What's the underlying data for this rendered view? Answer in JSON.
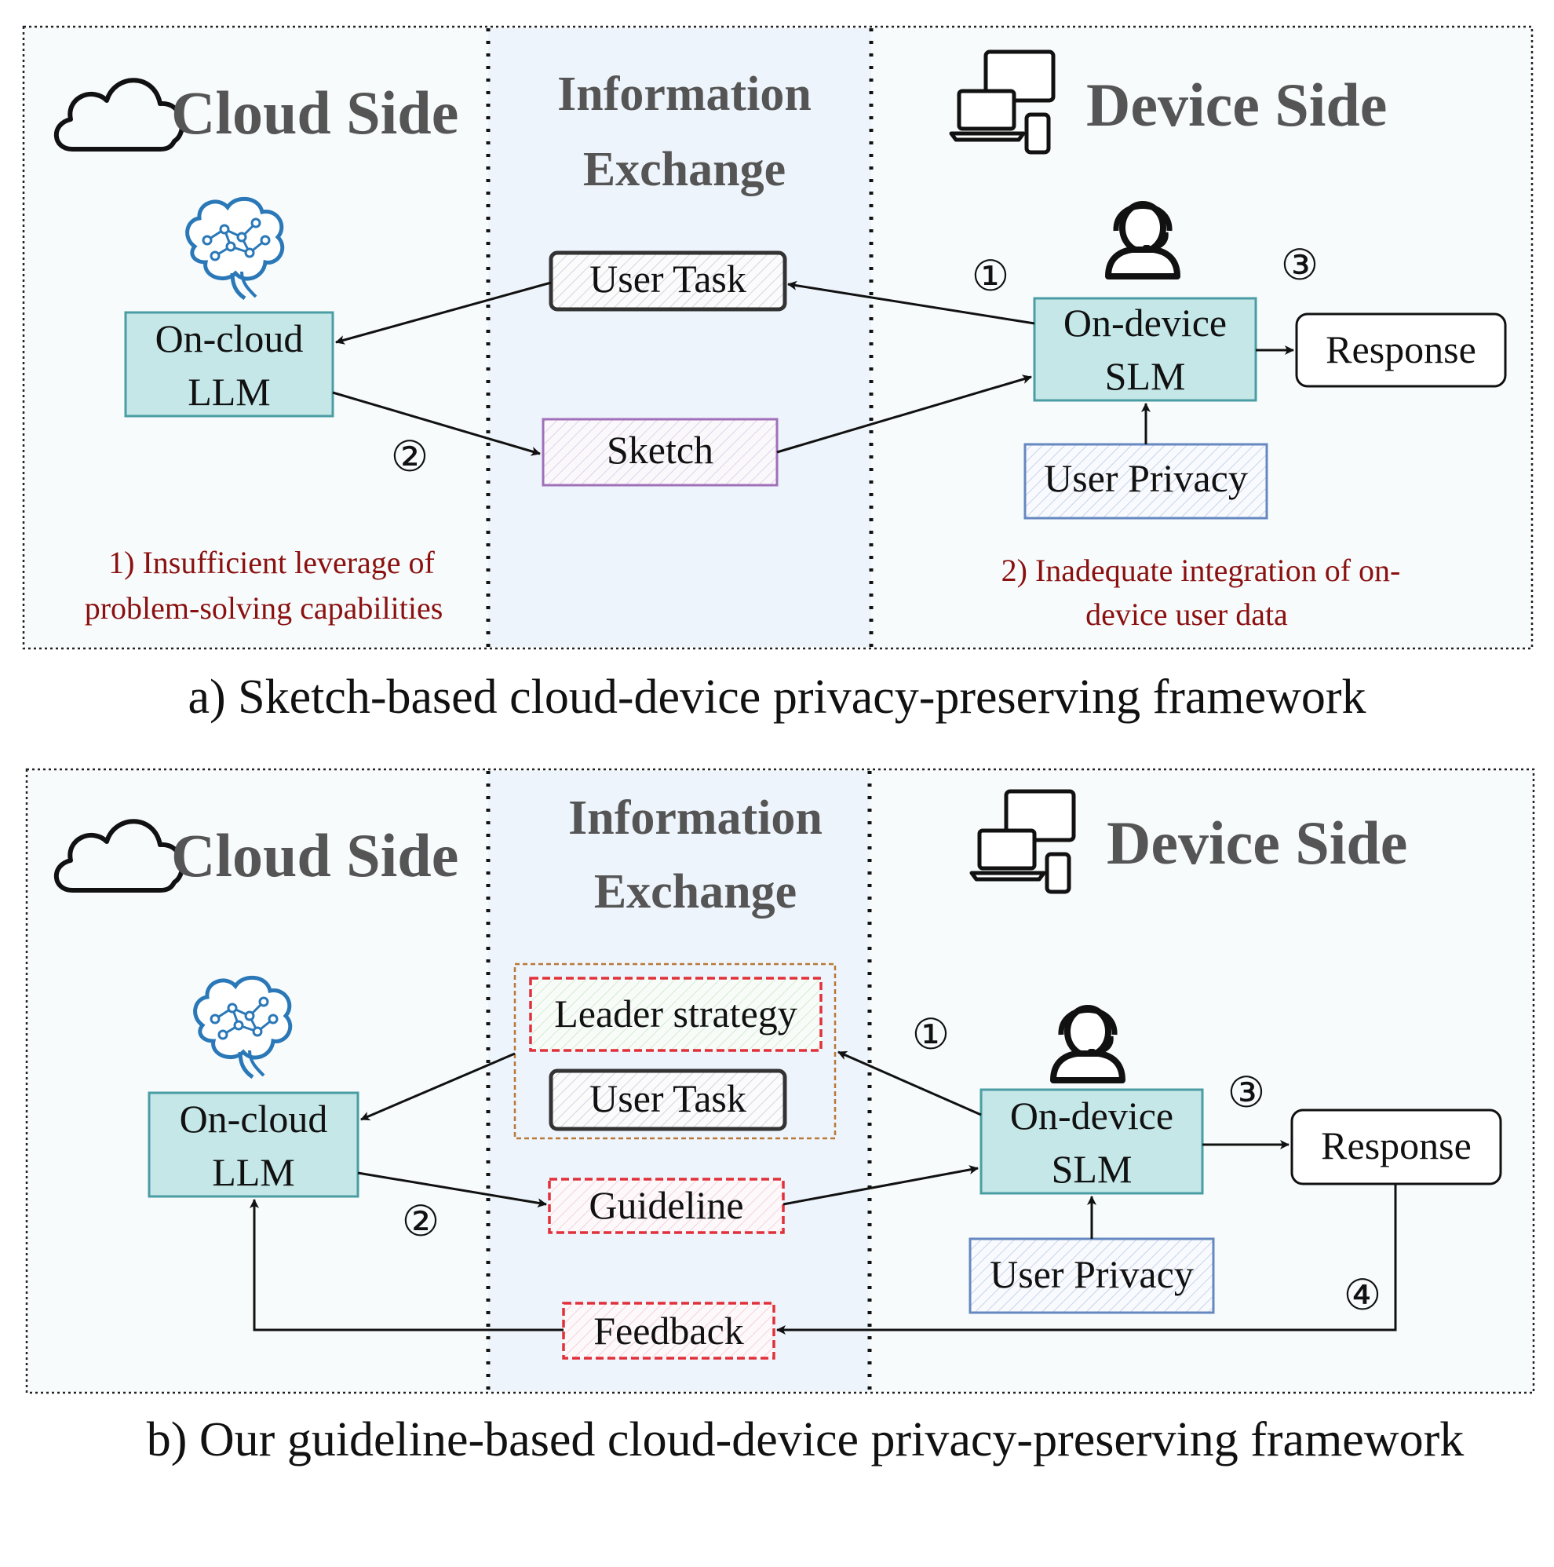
{
  "panel_a": {
    "cloud_title": "Cloud Side",
    "exchange_title_line1": "Information",
    "exchange_title_line2": "Exchange",
    "device_title": "Device Side",
    "cloud_model_line1": "On-cloud",
    "cloud_model_line2": "LLM",
    "user_task": "User Task",
    "sketch": "Sketch",
    "device_model_line1": "On-device",
    "device_model_line2": "SLM",
    "response": "Response",
    "user_privacy": "User Privacy",
    "step1": "①",
    "step2": "②",
    "step3": "③",
    "issue1_line1": "1) Insufficient leverage of",
    "issue1_line2": "problem-solving capabilities",
    "issue2_line1": "2) Inadequate integration of on-",
    "issue2_line2": "device user data",
    "caption": "a) Sketch-based cloud-device privacy-preserving framework"
  },
  "panel_b": {
    "cloud_title": "Cloud Side",
    "exchange_title_line1": "Information",
    "exchange_title_line2": "Exchange",
    "device_title": "Device Side",
    "cloud_model_line1": "On-cloud",
    "cloud_model_line2": "LLM",
    "leader_strategy": "Leader strategy",
    "user_task": "User Task",
    "guideline": "Guideline",
    "feedback": "Feedback",
    "device_model_line1": "On-device",
    "device_model_line2": "SLM",
    "response": "Response",
    "user_privacy": "User Privacy",
    "step1": "①",
    "step2": "②",
    "step3": "③",
    "step4": "④",
    "caption": "b) Our guideline-based cloud-device privacy-preserving framework"
  },
  "colors": {
    "panel_bg": "#f7fbfc",
    "exchange_bg": "#eef4fb",
    "model_fill": "#c5e7e8",
    "model_stroke": "#4a9ea3",
    "title_gray": "#555555",
    "issue_red": "#8b1010",
    "sketch_stroke": "#a070b8",
    "privacy_stroke": "#6688c0",
    "dashed_red": "#e0303a",
    "group_brown": "#b87838"
  }
}
